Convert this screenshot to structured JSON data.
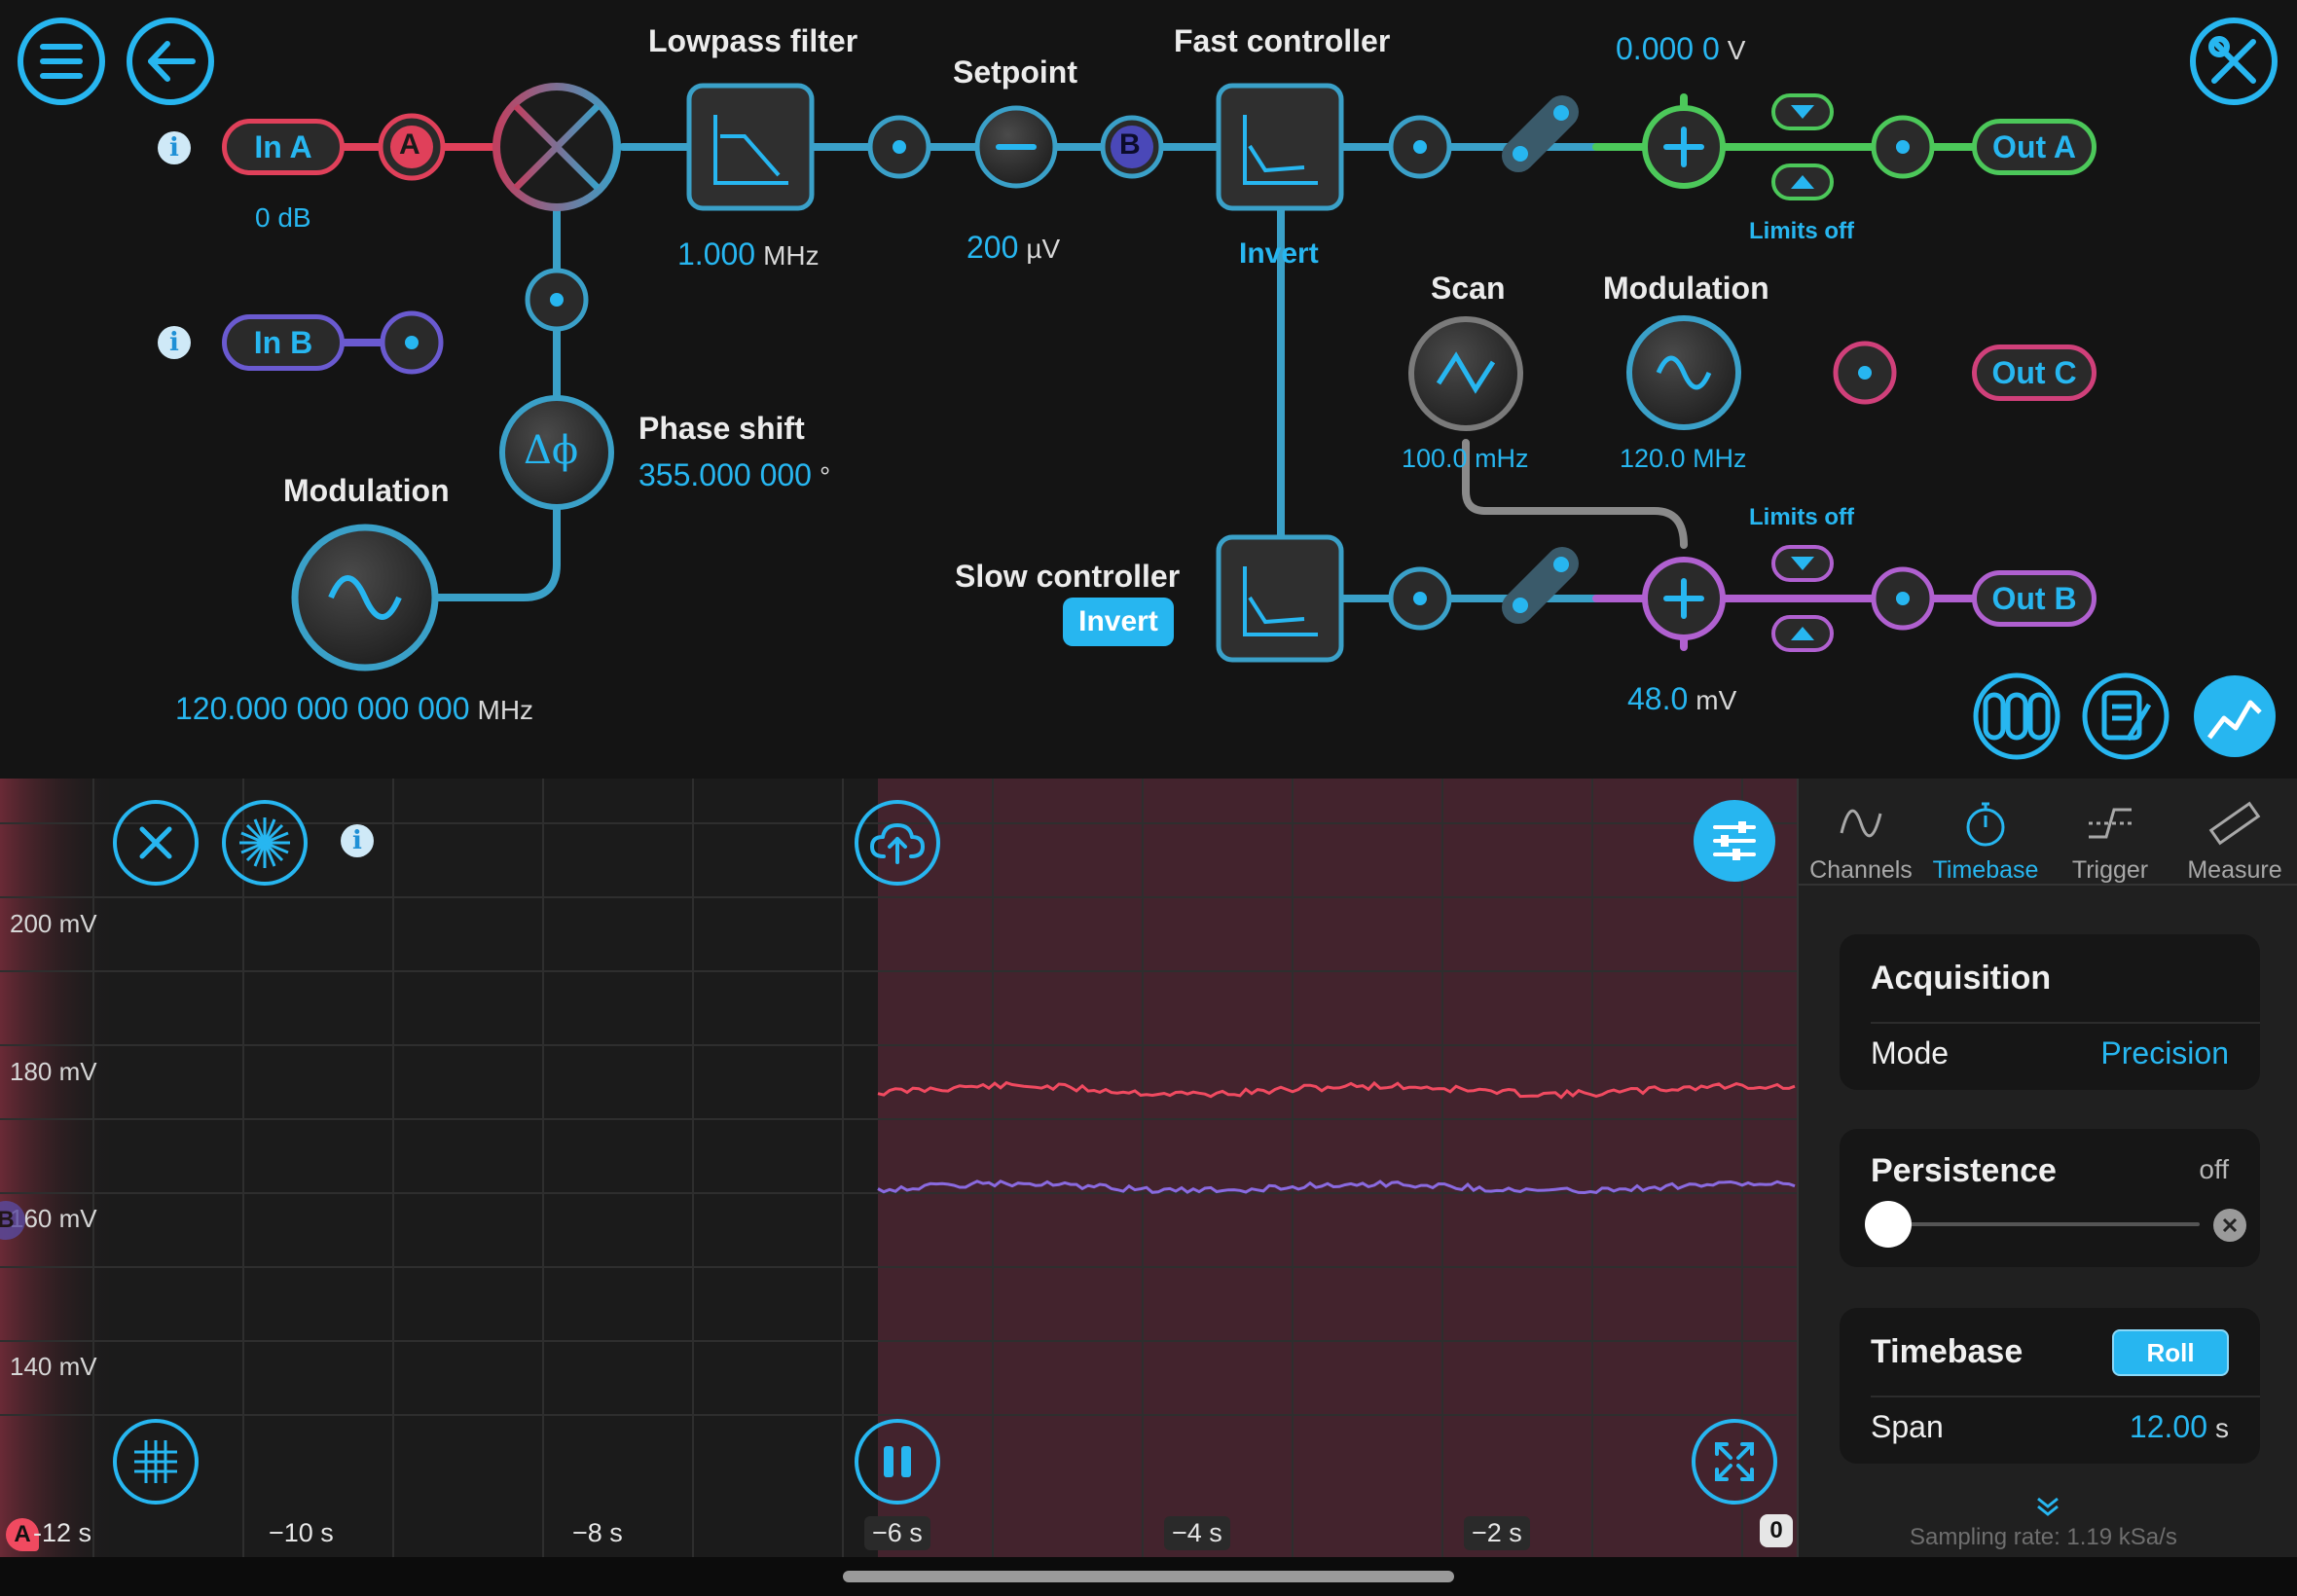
{
  "colors": {
    "accent": "#27b6f0",
    "inA": "#e0405a",
    "inB": "#6a5ad0",
    "outA": "#4cc85a",
    "outB": "#b060d0",
    "outC": "#d0407a",
    "trace_red": "#f04a60",
    "trace_purple": "#8a6ae0",
    "shade": "#5a2a34"
  },
  "top": {
    "in_a": {
      "label": "In A",
      "gain": "0 dB",
      "marker": "A"
    },
    "in_b": {
      "label": "In B"
    },
    "lowpass": {
      "title": "Lowpass filter",
      "value": "1.000",
      "unit": "MHz"
    },
    "setpoint": {
      "title": "Setpoint",
      "value": "200",
      "unit": "µV"
    },
    "fast": {
      "title": "Fast controller",
      "invert": "Invert",
      "marker": "B"
    },
    "phase": {
      "title": "Phase shift",
      "value": "355.000 000",
      "unit": "°",
      "symbol": "Δϕ"
    },
    "mod_left": {
      "title": "Modulation",
      "value": "120.000 000 000 000",
      "unit": "MHz"
    },
    "scan": {
      "title": "Scan",
      "value": "100.0 mHz"
    },
    "mod_right": {
      "title": "Modulation",
      "value": "120.0 MHz"
    },
    "slow": {
      "title": "Slow controller",
      "invert": "Invert"
    },
    "out_a": {
      "label": "Out A",
      "offset_value": "0.000 0",
      "offset_unit": "V",
      "limits": "Limits off"
    },
    "out_b": {
      "label": "Out B",
      "offset_value": "48.0",
      "offset_unit": "mV",
      "limits": "Limits off"
    },
    "out_c": {
      "label": "Out C"
    },
    "icons": {
      "menu": "menu-icon",
      "back": "back-arrow-icon",
      "tools": "wrench-screwdriver-icon",
      "panels": "panels-icon",
      "notes": "notes-icon",
      "scope": "scope-chart-icon"
    }
  },
  "scope": {
    "y_labels": [
      "200 mV",
      "180 mV",
      "160 mV",
      "140 mV"
    ],
    "x_labels": [
      "-12 s",
      "−10 s",
      "−8 s",
      "−6 s",
      "−4 s",
      "−2 s"
    ],
    "zero_marker": "0",
    "ch_a_marker": "A",
    "ch_b_marker": "B",
    "icons": {
      "clear": "close-icon",
      "fft": "burst-icon",
      "info": "info-icon",
      "upload": "cloud-upload-icon",
      "settings": "sliders-icon",
      "grid": "grid-icon",
      "pause": "pause-icon",
      "expand": "expand-icon"
    }
  },
  "panel": {
    "tabs": [
      {
        "label": "Channels",
        "icon": "sine-icon"
      },
      {
        "label": "Timebase",
        "icon": "stopwatch-icon"
      },
      {
        "label": "Trigger",
        "icon": "trigger-icon"
      },
      {
        "label": "Measure",
        "icon": "ruler-icon"
      }
    ],
    "active_tab": "Timebase",
    "acquisition": {
      "title": "Acquisition",
      "mode_label": "Mode",
      "mode_value": "Precision"
    },
    "persistence": {
      "title": "Persistence",
      "value": "off"
    },
    "timebase": {
      "title": "Timebase",
      "roll": "Roll",
      "span_label": "Span",
      "span_value": "12.00",
      "span_unit": "s"
    },
    "sampling": "Sampling rate: 1.19 kSa/s"
  }
}
